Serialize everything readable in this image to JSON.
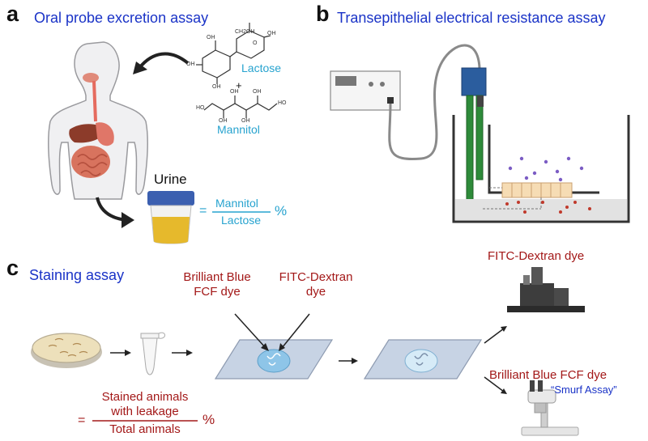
{
  "panel_a": {
    "letter": "a",
    "title": "Oral probe excretion assay",
    "lactose_label": "Lactose",
    "plus": "+",
    "mannitol_label": "Mannitol",
    "urine_label": "Urine",
    "eq_sign": "=",
    "numerator": "Mannitol",
    "denominator": "Lactose",
    "percent": "%",
    "structure_atoms": [
      "CH2OH",
      "OH",
      "O",
      "OH",
      "OH",
      "OH",
      "HO",
      "HO",
      "OH",
      "OH",
      "OH",
      "OH"
    ]
  },
  "panel_b": {
    "letter": "b",
    "title": "Transepithelial electrical resistance assay"
  },
  "panel_c": {
    "letter": "c",
    "title": "Staining assay",
    "dye1_line1": "Brilliant Blue",
    "dye1_line2": "FCF dye",
    "dye2_line1": "FITC-Dextran",
    "dye2_line2": "dye",
    "fitc_label": "FITC-Dextran dye",
    "bb_label": "Brilliant Blue FCF dye",
    "smurf_label": "“Smurf Assay”",
    "formula_num_line1": "Stained animals",
    "formula_num_line2": "with leakage",
    "formula_den": "Total animals",
    "eq_sign": "=",
    "percent": "%"
  },
  "colors": {
    "heading_blue": "#1a33c7",
    "chem_cyan": "#27a3cf",
    "dye_red": "#a31818",
    "tube_green": "#2e8b3a",
    "electrode_blue": "#2b5d9e",
    "urine_yellow": "#e6b92c"
  }
}
